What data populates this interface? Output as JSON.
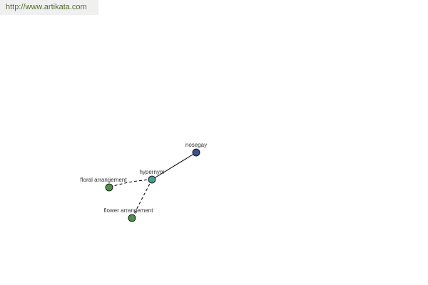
{
  "banner": {
    "url_text": "http://www.artikata.com"
  },
  "graph": {
    "nodes": [
      {
        "id": "nosegay",
        "label": "nosegay",
        "color": "#3b4f8c"
      },
      {
        "id": "hypernym",
        "label": "hypernym",
        "color": "#4a9a94"
      },
      {
        "id": "floral",
        "label": "floral arrangement",
        "color": "#4f8f4a"
      },
      {
        "id": "flower",
        "label": "flower arrangement",
        "color": "#4f8f4a"
      }
    ],
    "edges": [
      {
        "from": "hypernym",
        "to": "nosegay",
        "style": "solid"
      },
      {
        "from": "hypernym",
        "to": "floral",
        "style": "dashed"
      },
      {
        "from": "hypernym",
        "to": "flower",
        "style": "dashed"
      }
    ]
  }
}
